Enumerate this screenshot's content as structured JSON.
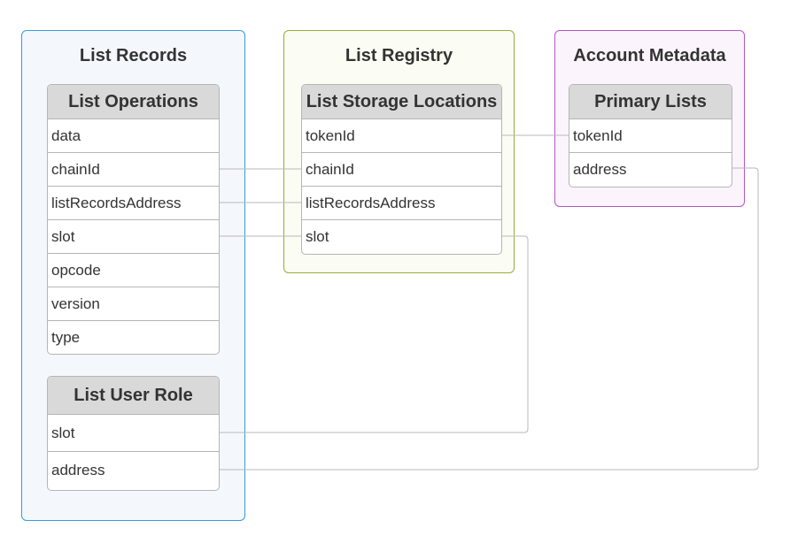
{
  "colors": {
    "connector": "#b8b8b8",
    "list_records_border": "#3c9bd4",
    "list_records_fill": "#f4f8fd",
    "list_registry_border": "#9aab3a",
    "list_registry_fill": "#fbfcf3",
    "account_metadata_border": "#b356c6",
    "account_metadata_fill": "#fcf4fd",
    "table_header_fill": "#d9d9d9",
    "table_border": "#b5b5b5",
    "text": "#333333"
  },
  "groups": {
    "list_records": {
      "title": "List Records"
    },
    "list_registry": {
      "title": "List Registry"
    },
    "account_metadata": {
      "title": "Account Metadata"
    }
  },
  "tables": {
    "list_operations": {
      "title": "List Operations",
      "fields": [
        "data",
        "chainId",
        "listRecordsAddress",
        "slot",
        "opcode",
        "version",
        "type"
      ]
    },
    "list_user_role": {
      "title": "List User Role",
      "fields": [
        "slot",
        "address"
      ]
    },
    "list_storage_locations": {
      "title": "List Storage Locations",
      "fields": [
        "tokenId",
        "chainId",
        "listRecordsAddress",
        "slot"
      ]
    },
    "primary_lists": {
      "title": "Primary Lists",
      "fields": [
        "tokenId",
        "address"
      ]
    }
  },
  "relations": [
    {
      "from": "list_operations.chainId",
      "to": "list_storage_locations.chainId"
    },
    {
      "from": "list_operations.listRecordsAddress",
      "to": "list_storage_locations.listRecordsAddress"
    },
    {
      "from": "list_operations.slot",
      "to": "list_storage_locations.slot"
    },
    {
      "from": "list_storage_locations.tokenId",
      "to": "primary_lists.tokenId"
    },
    {
      "from": "list_user_role.slot",
      "to": "list_storage_locations.slot"
    },
    {
      "from": "list_user_role.address",
      "to": "primary_lists.address"
    }
  ]
}
